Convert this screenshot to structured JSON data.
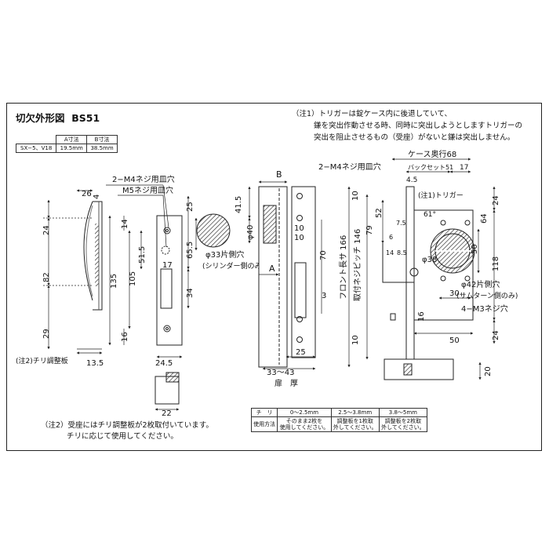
{
  "title": "切欠外形図",
  "model": "BS51",
  "note1": [
    "（注1）トリガーは錠ケース内に後退していて、",
    "鎌を突出作動させる時、同時に突出しようとしますトリガーの",
    "突出を阻止させるもの（受座）がないと鎌は突出しません。"
  ],
  "spec_table": {
    "headers": [
      "",
      "A寸法",
      "B寸法"
    ],
    "row": [
      "SX−5、V18",
      "19.5mm",
      "38.5mm"
    ]
  },
  "front_view": {
    "labels": [
      "2−M4ネジ用皿穴",
      "M5ネジ用皿穴",
      "(注2)チリ調整板"
    ],
    "dims": [
      "26",
      "4",
      "24",
      "82",
      "29",
      "13.5",
      "14",
      "51.5",
      "105",
      "135",
      "16",
      "17",
      "24.5",
      "25",
      "65.5",
      "34",
      "22"
    ]
  },
  "cylinder_view": {
    "labels": [
      "φ33片側穴",
      "(シリンダー側のみ)",
      "B",
      "A"
    ],
    "dims": [
      "41.5",
      "φ40",
      "10",
      "70",
      "10",
      "3",
      "25",
      "33〜43"
    ],
    "door_label": "扉　厚"
  },
  "side_view": {
    "labels": [
      "ケース奥行68",
      "バックセット51",
      "2−M4ネジ用皿穴",
      "(注1)トリガー",
      "φ38",
      "φ42片側穴",
      "(サムターン側のみ)",
      "4−M3ネジ穴",
      "フロント長サ 166",
      "取付ネジピッチ 146"
    ],
    "dims": [
      "17",
      "4.5",
      "10",
      "52",
      "7.5",
      "61°",
      "79",
      "6",
      "14",
      "8.5",
      "24",
      "64",
      "50",
      "118",
      "30",
      "16",
      "50",
      "24",
      "10",
      "20"
    ]
  },
  "note2": [
    "（注2）受座にはチリ調整板が2枚取付いています。",
    "チリに応じて使用してください。"
  ],
  "chiri_table": {
    "headers": [
      "チ　リ",
      "0〜2.5mm",
      "2.5〜3.8mm",
      "3.8〜5mm"
    ],
    "row_label": "使用方法",
    "usage": [
      [
        "そのまま2枚を",
        "使用してください。"
      ],
      [
        "調整板を1枚取",
        "外してください。"
      ],
      [
        "調整板を2枚取",
        "外してください。"
      ]
    ]
  }
}
